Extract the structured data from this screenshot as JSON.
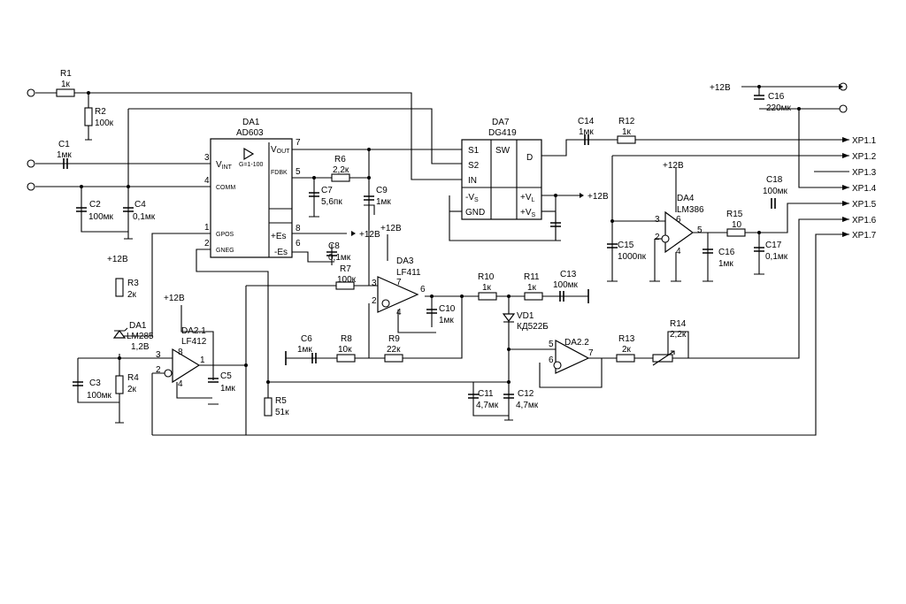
{
  "components": {
    "R1": {
      "ref": "R1",
      "val": "1к"
    },
    "R2": {
      "ref": "R2",
      "val": "100к"
    },
    "C1": {
      "ref": "C1",
      "val": "1мк"
    },
    "C2": {
      "ref": "C2",
      "val": "100мк"
    },
    "C4": {
      "ref": "C4",
      "val": "0,1мк"
    },
    "R3": {
      "ref": "R3",
      "val": "2к"
    },
    "R4": {
      "ref": "R4",
      "val": "2к"
    },
    "C3": {
      "ref": "C3",
      "val": "100мк"
    },
    "DA1ref": {
      "ref": "DA1",
      "val": "LM285",
      "val2": "1,2В"
    },
    "DA21": {
      "ref": "DA2.1",
      "val": "LF412"
    },
    "C5": {
      "ref": "C5",
      "val": "1мк"
    },
    "R5": {
      "ref": "R5",
      "val": "51к"
    },
    "DA1": {
      "ref": "DA1",
      "val": "AD603"
    },
    "R6": {
      "ref": "R6",
      "val": "2,2к"
    },
    "C7": {
      "ref": "C7",
      "val": "5,6пк"
    },
    "C9": {
      "ref": "C9",
      "val": "1мк"
    },
    "C8": {
      "ref": "C8",
      "val": "0,1мк"
    },
    "R7": {
      "ref": "R7",
      "val": "100к"
    },
    "DA3": {
      "ref": "DA3",
      "val": "LF411"
    },
    "C10": {
      "ref": "C10",
      "val": "1мк"
    },
    "C6": {
      "ref": "C6",
      "val": "1мк"
    },
    "R8": {
      "ref": "R8",
      "val": "10к"
    },
    "R9": {
      "ref": "R9",
      "val": "22к"
    },
    "R10": {
      "ref": "R10",
      "val": "1к"
    },
    "R11": {
      "ref": "R11",
      "val": "1к"
    },
    "C13": {
      "ref": "C13",
      "val": "100мк"
    },
    "VD1": {
      "ref": "VD1",
      "val": "КД522Б"
    },
    "C11": {
      "ref": "C11",
      "val": "4,7мк"
    },
    "C12": {
      "ref": "C12",
      "val": "4,7мк"
    },
    "DA22": {
      "ref": "DA2.2"
    },
    "R13": {
      "ref": "R13",
      "val": "2к"
    },
    "R14": {
      "ref": "R14",
      "val": "2,2к"
    },
    "DA7": {
      "ref": "DA7",
      "val": "DG419"
    },
    "C14": {
      "ref": "C14",
      "val": "1мк"
    },
    "R12": {
      "ref": "R12",
      "val": "1к"
    },
    "C16a": {
      "ref": "C16",
      "val": "220мк"
    },
    "DA4": {
      "ref": "DA4",
      "val": "LM386"
    },
    "C15": {
      "ref": "C15",
      "val": "1000пк"
    },
    "C16b": {
      "ref": "C16",
      "val": "1мк"
    },
    "R15": {
      "ref": "R15",
      "val": "10"
    },
    "C17": {
      "ref": "C17",
      "val": "0,1мк"
    },
    "C18": {
      "ref": "C18",
      "val": "100мк"
    }
  },
  "supply": "+12В",
  "ad603": {
    "vint": "V",
    "vint_sub": "INT",
    "comm": "COMM",
    "gpos": "GPOS",
    "gneg": "GNEG",
    "vout": "V",
    "vout_sub": "OUT",
    "fdbk": "FDBK",
    "pes": "+Es",
    "mes": "-Es",
    "gain": "G=1-100"
  },
  "dg419": {
    "s1": "S1",
    "s2": "S2",
    "in": "IN",
    "vs_neg": "-V",
    "gnd": "GND",
    "sw": "SW",
    "d": "D",
    "vl": "+V",
    "vs_pos": "+V",
    "sub_s": "S",
    "sub_l": "L"
  },
  "pins": {
    "p3": "3",
    "p4": "4",
    "p1": "1",
    "p2": "2",
    "p7": "7",
    "p5": "5",
    "p8": "8",
    "p6": "6"
  },
  "connector": [
    "XP1.1",
    "XP1.2",
    "XP1.3",
    "XP1.4",
    "XP1.5",
    "XP1.6",
    "XP1.7"
  ]
}
